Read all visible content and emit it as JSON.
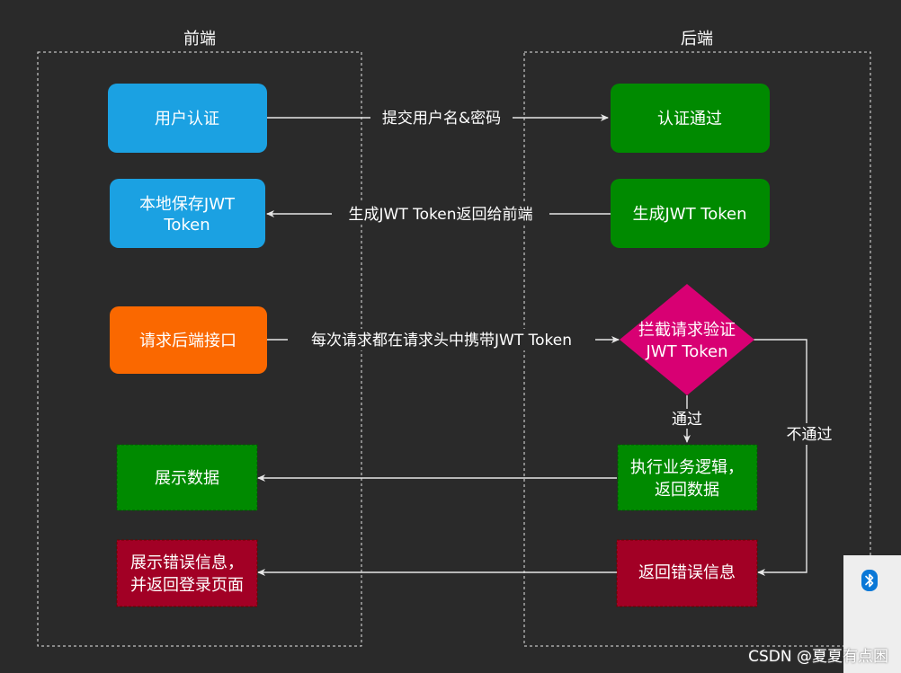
{
  "columns": {
    "frontend": "前端",
    "backend": "后端"
  },
  "nodes": {
    "user_auth": "用户认证",
    "auth_pass": "认证通过",
    "save_jwt": [
      "本地保存JWT",
      "Token"
    ],
    "gen_jwt": "生成JWT Token",
    "request_api": "请求后端接口",
    "intercept": [
      "拦截请求验证",
      "JWT Token"
    ],
    "show_data": "展示数据",
    "exec_logic": [
      "执行业务逻辑，",
      "返回数据"
    ],
    "show_error": [
      "展示错误信息，",
      "并返回登录页面"
    ],
    "return_error": "返回错误信息"
  },
  "edges": {
    "submit": "提交用户名&密码",
    "return_token": "生成JWT Token返回给前端",
    "carry_token": "每次请求都在请求头中携带JWT Token",
    "pass": "通过",
    "fail": "不通过"
  },
  "colors": {
    "background": "#2a2a2a",
    "blue": "#1ba1e2",
    "green": "#008a00",
    "orange": "#fa6800",
    "magenta": "#d80073",
    "crimson": "#a20025"
  },
  "watermark": "CSDN @夏夏有点困",
  "icons": {
    "tray": "bluetooth-icon"
  }
}
